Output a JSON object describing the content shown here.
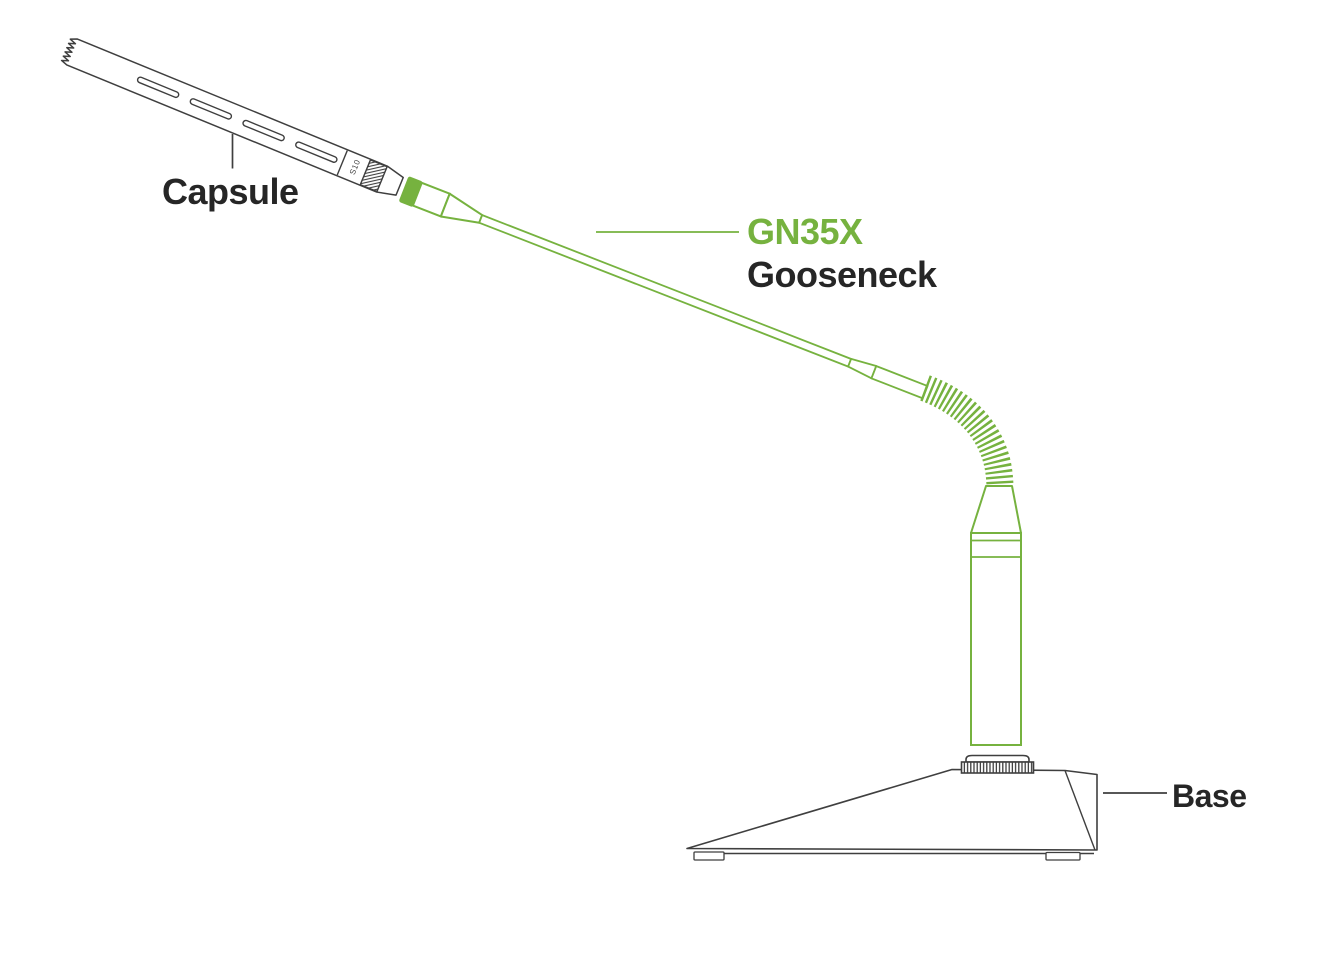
{
  "diagram": {
    "labels": {
      "capsule": "Capsule",
      "model": "GN35X",
      "gooseneck": "Gooseneck",
      "base": "Base",
      "capsule_marking": "S10"
    },
    "colors": {
      "accent_green": "#76b23f",
      "line_dark": "#3f3f3f",
      "text_dark": "#262626",
      "background": "#ffffff"
    }
  }
}
